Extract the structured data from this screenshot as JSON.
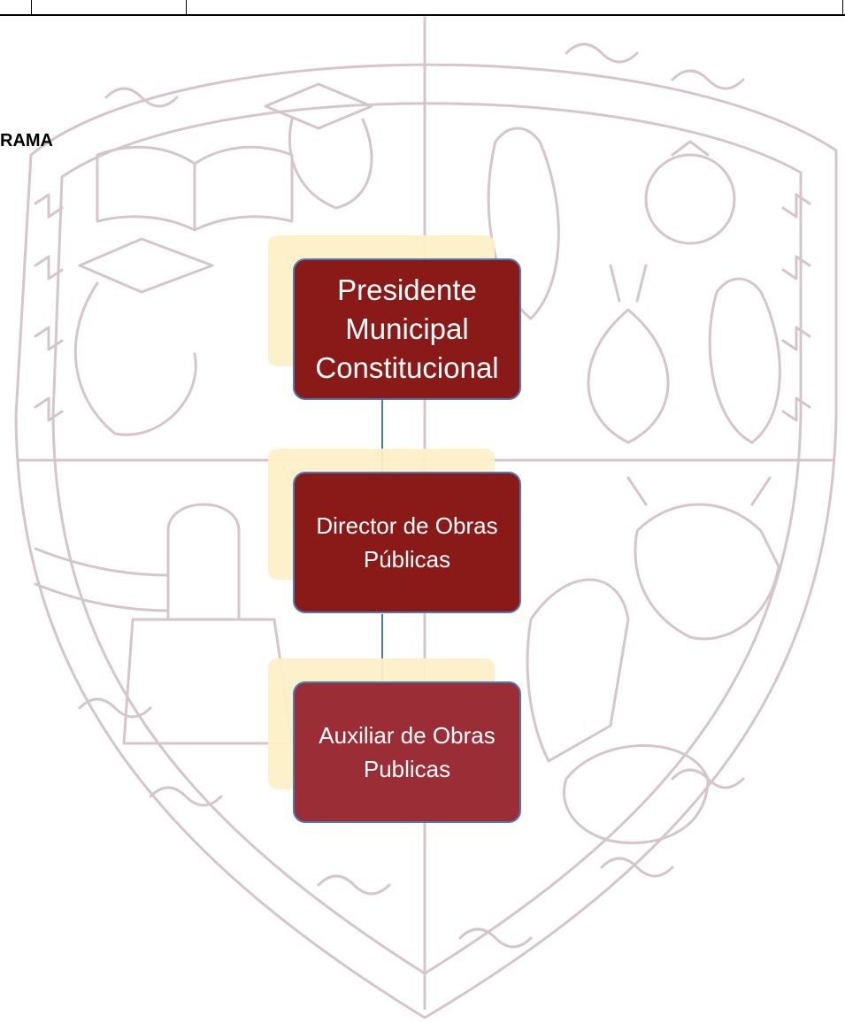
{
  "heading": "RAMA",
  "org_chart": {
    "nodes": [
      {
        "title": "Presidente Municipal Constitucional"
      },
      {
        "title": "Director de Obras Públicas"
      },
      {
        "title": "Auxiliar de Obras Publicas"
      }
    ]
  },
  "colors": {
    "node_fill_dark": "#8a1a17",
    "node_fill_light": "#9a2d36",
    "node_border": "#4a7bb7",
    "node_shadow": "#fdf0c8",
    "watermark": "#cfc0c6"
  }
}
